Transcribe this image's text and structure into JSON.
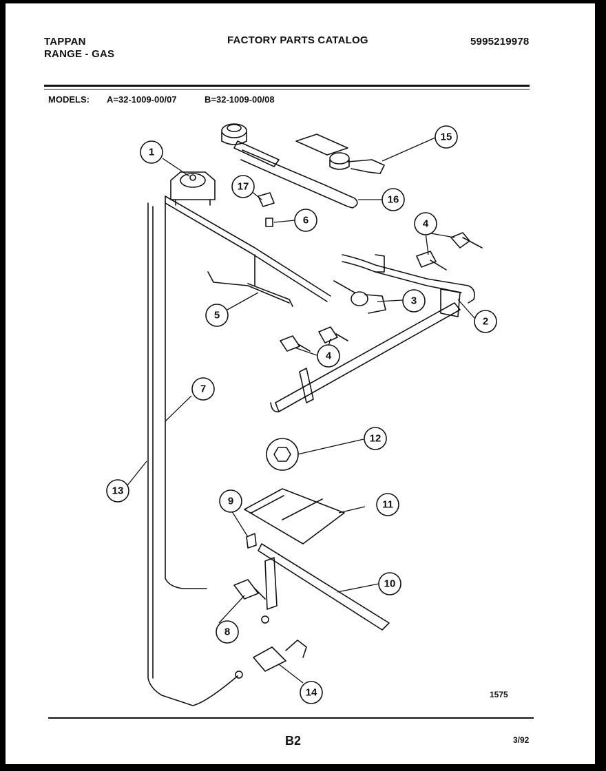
{
  "header": {
    "brand": "TAPPAN",
    "product": "RANGE - GAS",
    "title": "FACTORY PARTS CATALOG",
    "catalog_number": "5995219978"
  },
  "models": {
    "label": "MODELS:",
    "a": "A=32-1009-00/07",
    "b": "B=32-1009-00/08"
  },
  "callouts": [
    "1",
    "2",
    "3",
    "4",
    "5",
    "6",
    "7",
    "8",
    "9",
    "10",
    "11",
    "12",
    "13",
    "14",
    "15",
    "16",
    "17"
  ],
  "diagram_id": "1575",
  "footer": {
    "page": "B2",
    "date": "3/92"
  }
}
